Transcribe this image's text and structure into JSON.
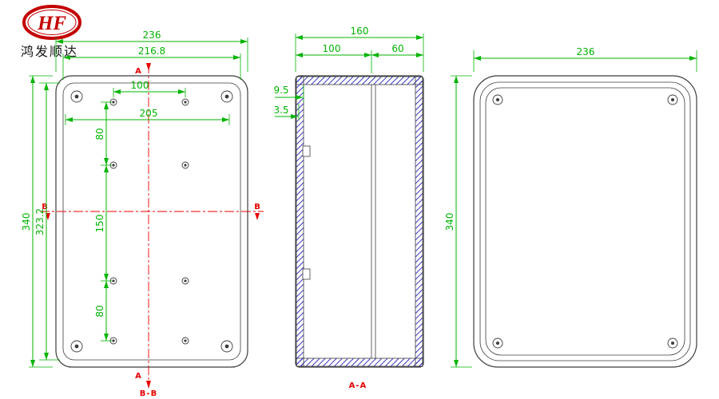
{
  "logo": {
    "monogram": "HF",
    "company_name": "鸿发顺达"
  },
  "front_view": {
    "caption": "B-B",
    "dims": {
      "overall_width": "236",
      "inner_width": "216.8",
      "hole_pitch_horizontal": "100",
      "hole_span": "205",
      "overall_height": "340",
      "inner_height": "323.2",
      "pitch_top": "80",
      "pitch_middle": "150",
      "pitch_bottom": "80"
    },
    "section_labels": {
      "a": "A",
      "b": "B"
    }
  },
  "section_view": {
    "caption": "A-A",
    "dims": {
      "overall_depth": "160",
      "base_depth": "100",
      "lid_depth": "60",
      "flange_thickness": "9.5",
      "wall_thickness": "3.5"
    }
  },
  "side_view": {
    "dims": {
      "overall_width": "236",
      "overall_height": "340"
    }
  },
  "colors": {
    "dimension_green": "#00b400",
    "centerline_red": "#e60000",
    "hatch_blue": "#2222bb",
    "outline_gray": "#3c3c3c",
    "logo_red": "#c40000"
  }
}
